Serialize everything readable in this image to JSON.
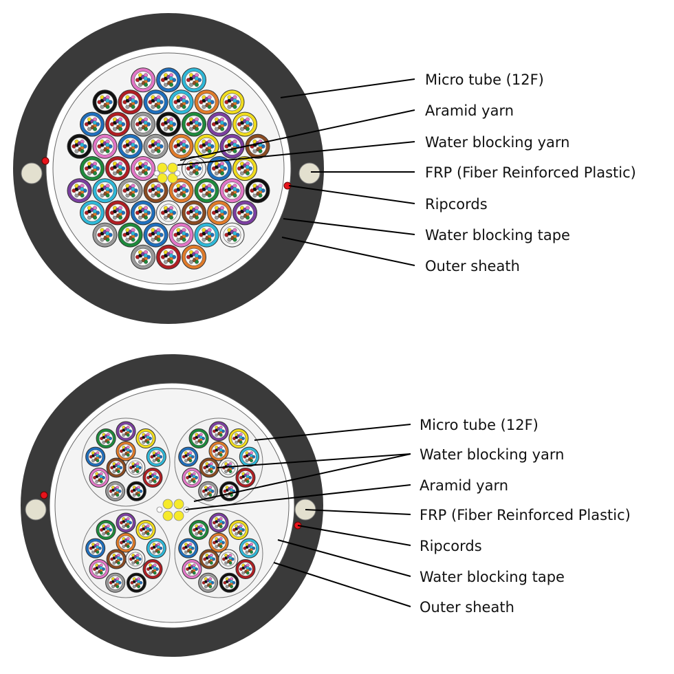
{
  "colors": {
    "sheath": "#3a3a3a",
    "tape": "#ffffff",
    "core": "#f4f4f4",
    "frp": "#e3e0cf",
    "ripcord": "#e8141c",
    "water_blocking_yarn": "#f6ea2a",
    "aramid_yarn": "#ffffff",
    "tube_palette": [
      "#1f6fbd",
      "#e07b2a",
      "#1e8a3c",
      "#8a4b22",
      "#9a9a9a",
      "#f2f2f2",
      "#b01e23",
      "#111111",
      "#f0dc1e",
      "#7b3fa0",
      "#e276c6",
      "#2fb8d8"
    ]
  },
  "diagram_top": {
    "labels": [
      "Micro tube (12F)",
      "Aramid yarn",
      "Water blocking yarn",
      "FRP (Fiber Reinforced Plastic)",
      "Ripcords",
      "Water blocking tape",
      "Outer sheath"
    ],
    "tube_color_sequence": [
      10,
      0,
      11,
      7,
      6,
      0,
      11,
      1,
      8,
      0,
      6,
      4,
      7,
      2,
      9,
      8,
      7,
      10,
      0,
      4,
      1,
      8,
      9,
      3,
      2,
      6,
      10,
      5,
      0,
      8,
      9,
      11,
      4,
      3,
      1,
      2,
      10,
      7,
      11,
      6,
      0,
      5,
      3,
      1,
      9,
      4,
      2,
      0,
      10,
      11,
      5,
      4,
      6,
      1,
      3,
      0,
      8,
      7,
      2,
      9
    ]
  },
  "diagram_bottom": {
    "labels": [
      "Micro tube (12F)",
      "Water blocking yarn",
      "Aramid yarn",
      "FRP (Fiber Reinforced Plastic)",
      "Ripcords",
      "Water blocking tape",
      "Outer sheath"
    ],
    "subunit_tube_colors": [
      9,
      8,
      11,
      6,
      7,
      4,
      10,
      0,
      2,
      1,
      5,
      3
    ]
  }
}
